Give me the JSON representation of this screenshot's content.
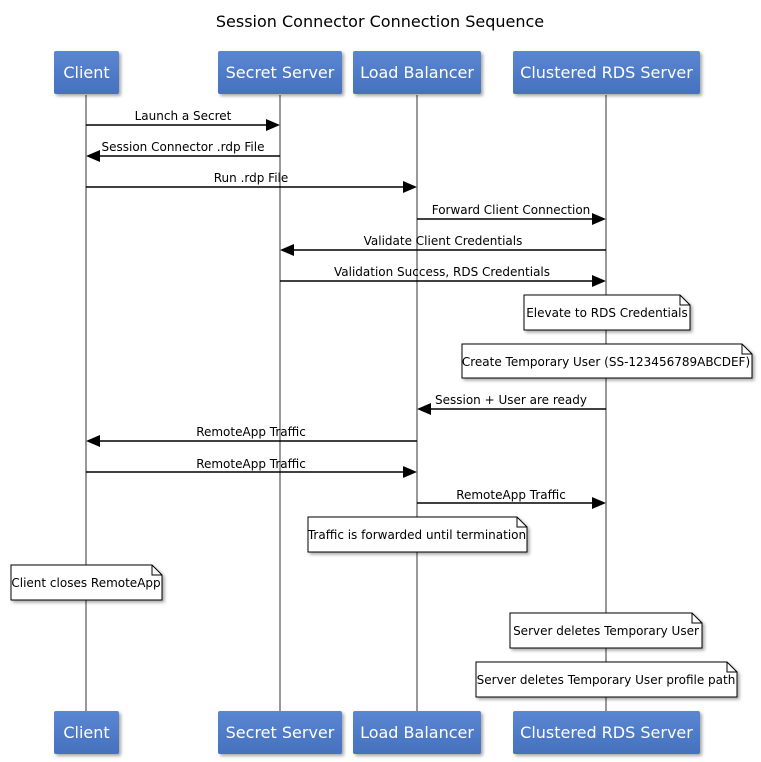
{
  "title": "Session Connector Connection Sequence",
  "actors": [
    {
      "id": "client",
      "label": "Client"
    },
    {
      "id": "secret",
      "label": "Secret Server"
    },
    {
      "id": "lb",
      "label": "Load Balancer"
    },
    {
      "id": "rds",
      "label": "Clustered RDS Server"
    }
  ],
  "messages": [
    {
      "label": "Launch a Secret",
      "from": "client",
      "to": "secret"
    },
    {
      "label": "Session Connector .rdp File",
      "from": "secret",
      "to": "client"
    },
    {
      "label": "Run .rdp File",
      "from": "client",
      "to": "lb"
    },
    {
      "label": "Forward Client Connection",
      "from": "lb",
      "to": "rds"
    },
    {
      "label": "Validate Client Credentials",
      "from": "rds",
      "to": "secret"
    },
    {
      "label": "Validation Success, RDS Credentials",
      "from": "secret",
      "to": "rds"
    },
    {
      "label": "Session + User are ready",
      "from": "rds",
      "to": "lb"
    },
    {
      "label": "RemoteApp Traffic",
      "from": "lb",
      "to": "client"
    },
    {
      "label": "RemoteApp Traffic",
      "from": "client",
      "to": "lb"
    },
    {
      "label": "RemoteApp Traffic",
      "from": "lb",
      "to": "rds"
    }
  ],
  "notes": [
    {
      "label": "Elevate to RDS Credentials",
      "over": "rds"
    },
    {
      "label": "Create Temporary User (SS-123456789ABCDEF)",
      "over": "rds"
    },
    {
      "label": "Traffic is forwarded until termination",
      "over": "lb"
    },
    {
      "label": "Client closes RemoteApp",
      "over": "client"
    },
    {
      "label": "Server deletes Temporary User",
      "over": "rds"
    },
    {
      "label": "Server deletes Temporary User profile path",
      "over": "rds"
    }
  ],
  "colors": {
    "actor_fill": "#4f7bc9",
    "actor_text": "#ffffff",
    "lifeline": "#999999",
    "arrow": "#000000",
    "note_fill": "#ffffff",
    "note_border": "#000000"
  }
}
